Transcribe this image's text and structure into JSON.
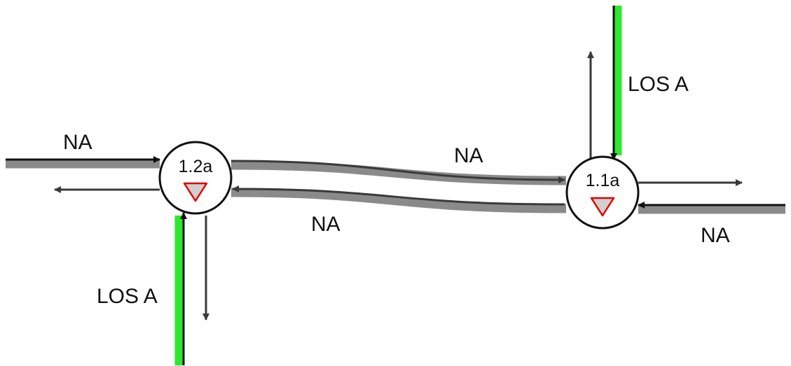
{
  "colors": {
    "approach_gray": "#8a8a8a",
    "arrow_line": "#3a3a3a",
    "arrow_dark": "#111111",
    "los_a_green": "#2ee82e",
    "yield_red": "#e00000",
    "yield_fill": "#d0d0d0"
  },
  "nodes": [
    {
      "id": "1.2a",
      "label": "1.2a",
      "control_icon": "yield-triangle-icon"
    },
    {
      "id": "1.1a",
      "label": "1.1a",
      "control_icon": "yield-triangle-icon"
    }
  ],
  "links": {
    "west_approach": {
      "label": "NA"
    },
    "connector_eastbound": {
      "label": "NA"
    },
    "connector_westbound": {
      "label": "NA"
    },
    "east_approach": {
      "label": "NA"
    },
    "south_approach": {
      "label": "LOS A",
      "level_of_service": "A"
    },
    "north_approach": {
      "label": "LOS A",
      "level_of_service": "A"
    }
  }
}
